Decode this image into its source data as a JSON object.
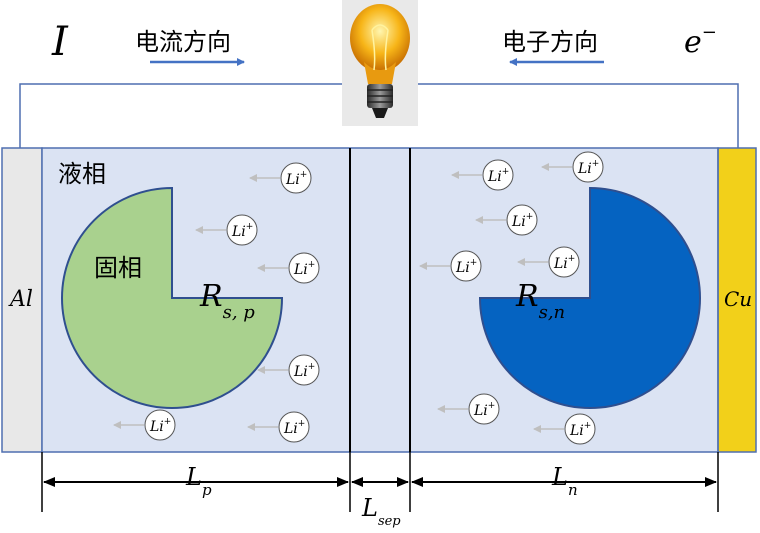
{
  "labels": {
    "current_symbol": "I",
    "current_direction": "电流方向",
    "electron_direction": "电子方向",
    "electron_symbol_base": "e",
    "electron_symbol_sup": "−",
    "liquid_phase": "液相",
    "solid_phase": "固相",
    "al": "Al",
    "cu": "Cu",
    "rsp_base": "R",
    "rsp_sub": "s, p",
    "rsn_base": "R",
    "rsn_sub": "s,n",
    "lp_base": "L",
    "lp_sub": "p",
    "lsep_base": "L",
    "lsep_sub": "sep",
    "ln_base": "L",
    "ln_sub": "n"
  },
  "ion": {
    "base": "Li",
    "sup": "+"
  },
  "colors": {
    "electrolyte": "#dbe3f3",
    "al_foil": "#e8e8e8",
    "cu_foil": "#f2d01a",
    "cathode_particle": "#a9d18e",
    "anode_particle": "#0563c1",
    "direction_arrow": "#4472c4",
    "ion_arrow": "#bfbfbf"
  }
}
